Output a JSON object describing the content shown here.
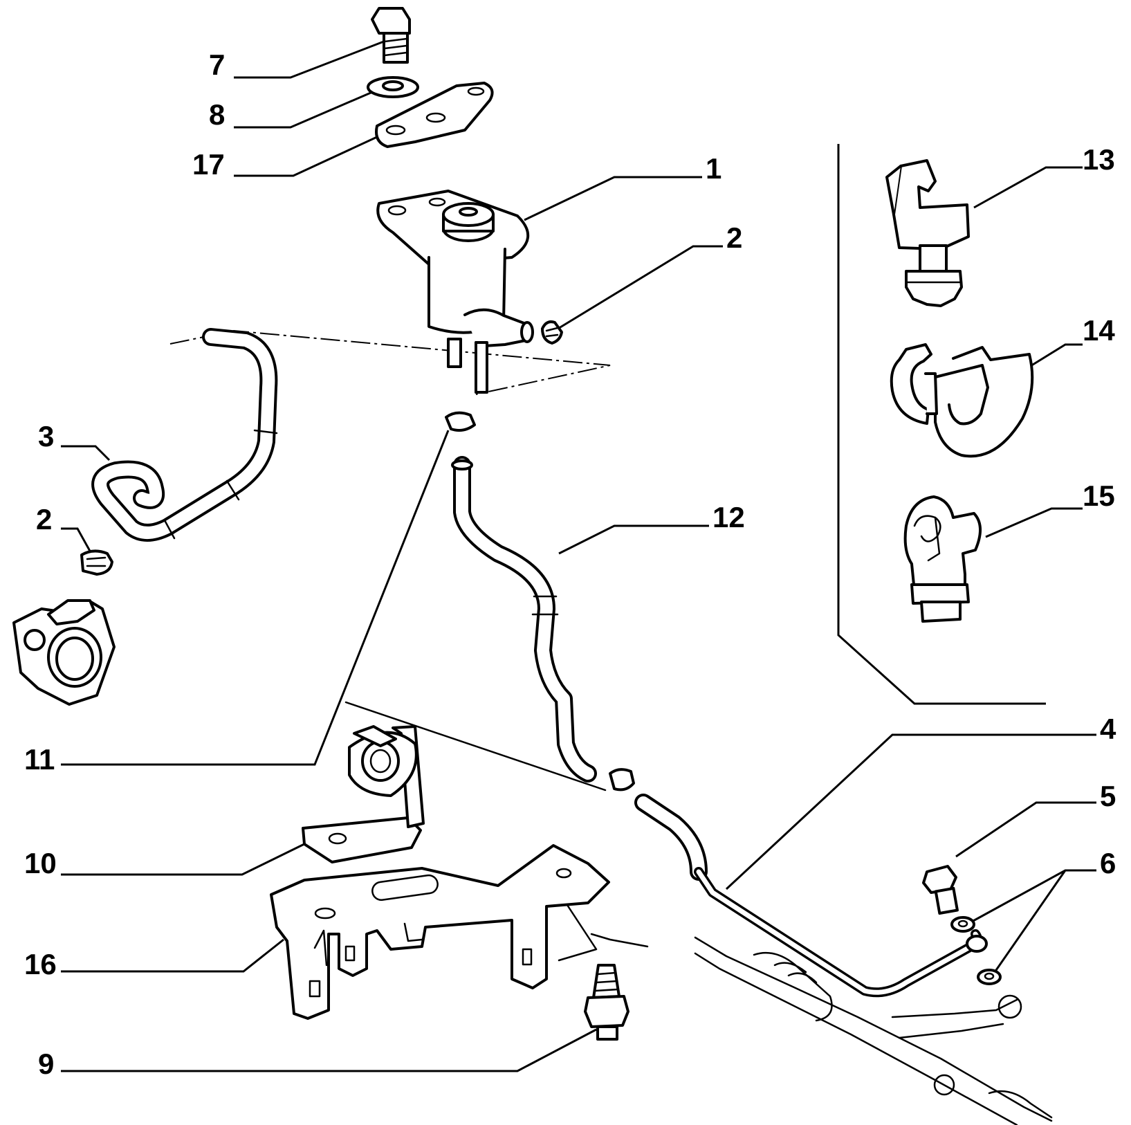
{
  "callouts": [
    {
      "id": "7",
      "label": "7"
    },
    {
      "id": "8",
      "label": "8"
    },
    {
      "id": "17",
      "label": "17"
    },
    {
      "id": "1",
      "label": "1"
    },
    {
      "id": "2a",
      "label": "2"
    },
    {
      "id": "13",
      "label": "13"
    },
    {
      "id": "14",
      "label": "14"
    },
    {
      "id": "15",
      "label": "15"
    },
    {
      "id": "3",
      "label": "3"
    },
    {
      "id": "2b",
      "label": "2"
    },
    {
      "id": "12",
      "label": "12"
    },
    {
      "id": "11",
      "label": "11"
    },
    {
      "id": "4",
      "label": "4"
    },
    {
      "id": "5",
      "label": "5"
    },
    {
      "id": "10",
      "label": "10"
    },
    {
      "id": "6",
      "label": "6"
    },
    {
      "id": "16",
      "label": "16"
    },
    {
      "id": "9",
      "label": "9"
    }
  ]
}
